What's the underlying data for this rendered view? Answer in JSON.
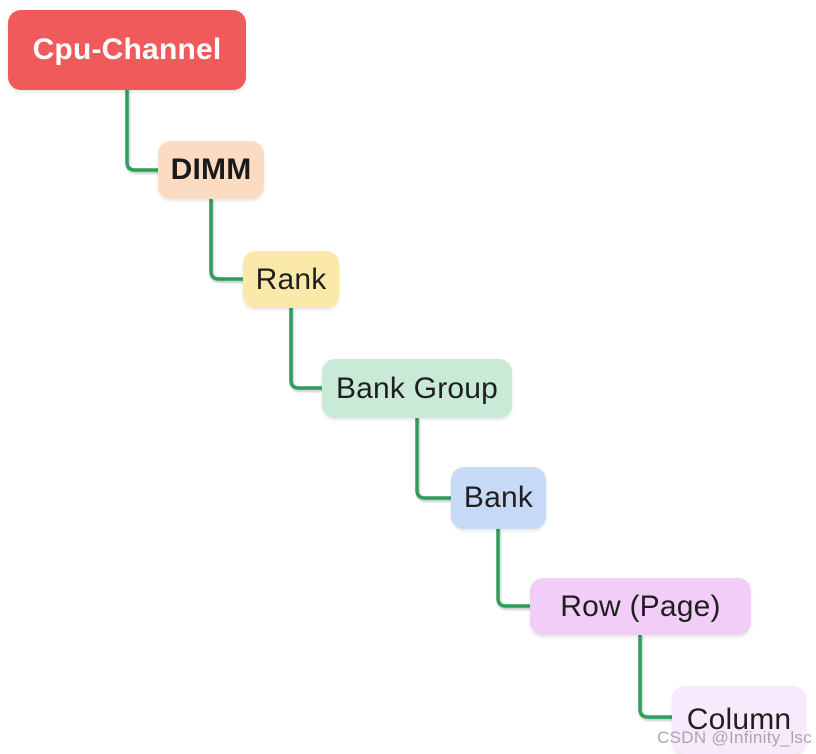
{
  "diagram": {
    "type": "tree",
    "background": "#FFFFFF",
    "connector_color": "#2E9E5C",
    "nodes": [
      {
        "id": "cpu-channel",
        "label": "Cpu-Channel",
        "bg": "#F05A5A",
        "text_color": "#FFFFFF",
        "bold": true
      },
      {
        "id": "dimm",
        "label": "DIMM",
        "bg": "#FBDCC2",
        "text_color": "#1A1A1A",
        "bold": true
      },
      {
        "id": "rank",
        "label": "Rank",
        "bg": "#FBE9A9",
        "text_color": "#1F1F1F",
        "bold": false
      },
      {
        "id": "bank-group",
        "label": "Bank Group",
        "bg": "#C9EAD6",
        "text_color": "#1F1F1F",
        "bold": false
      },
      {
        "id": "bank",
        "label": "Bank",
        "bg": "#C6DAF8",
        "text_color": "#1F1F1F",
        "bold": false
      },
      {
        "id": "row-page",
        "label": "Row (Page)",
        "bg": "#F2CDF8",
        "text_color": "#1F1F1F",
        "bold": false
      },
      {
        "id": "column",
        "label": "Column",
        "bg": "#F9E9FC",
        "text_color": "#1F1F1F",
        "bold": false
      }
    ],
    "edges": [
      {
        "from": "cpu-channel",
        "to": "dimm"
      },
      {
        "from": "dimm",
        "to": "rank"
      },
      {
        "from": "rank",
        "to": "bank-group"
      },
      {
        "from": "bank-group",
        "to": "bank"
      },
      {
        "from": "bank",
        "to": "row-page"
      },
      {
        "from": "row-page",
        "to": "column"
      }
    ]
  },
  "watermark": {
    "text": "CSDN @Infinity_lsc",
    "color": "#9B9B9B"
  }
}
